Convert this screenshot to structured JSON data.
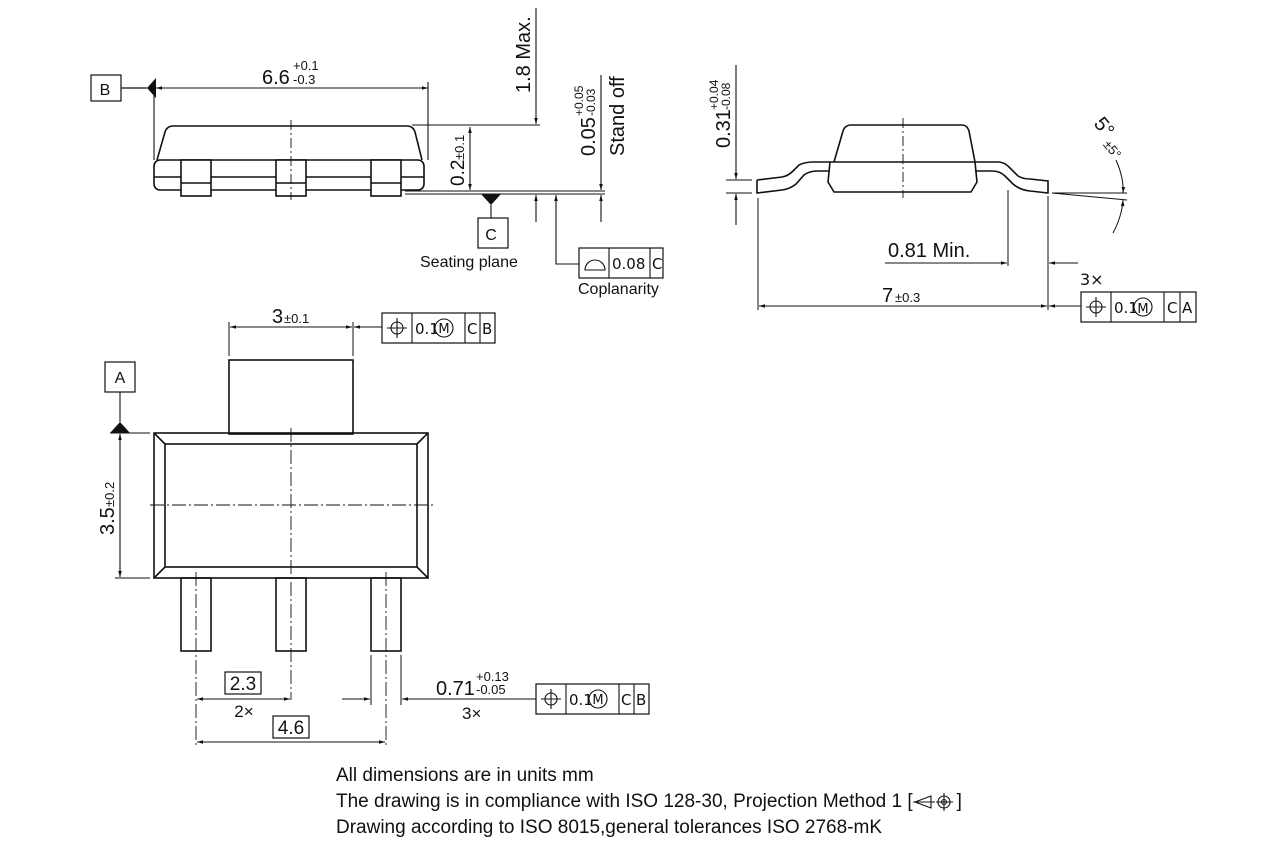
{
  "drawing": {
    "type": "package outline drawing (SOT-223 style)",
    "units": "mm",
    "side_view": {
      "datum_b": "B",
      "length": {
        "nominal": "6.6",
        "upper": "+0.1",
        "lower": "-0.3"
      },
      "standoff_body": {
        "label": "0.2",
        "tol": "±0.1"
      },
      "height_max": "1.8 Max.",
      "stand_off": {
        "nominal": "0.05",
        "upper": "+0.05",
        "lower": "-0.03",
        "label": "Stand off"
      },
      "datum_c": "C",
      "seating_plane": "Seating plane",
      "coplanarity": {
        "symbol": "flatness-profile",
        "value": "0.08",
        "datum": "C",
        "label": "Coplanarity"
      }
    },
    "end_view": {
      "lead_thickness": {
        "nominal": "0.31",
        "upper": "+0.04",
        "lower": "-0.08"
      },
      "angle": {
        "nominal": "5°",
        "tol": "±5°"
      },
      "lead_length_min": "0.81 Min.",
      "total_width": {
        "nominal": "7",
        "tol": "±0.3"
      },
      "multiplier": "3×",
      "fcf": {
        "symbol": "position",
        "value": "0.1",
        "modifier": "M",
        "datums": [
          "C",
          "A"
        ]
      }
    },
    "top_view": {
      "tab_width": {
        "nominal": "3",
        "tol": "±0.1"
      },
      "tab_fcf": {
        "symbol": "position",
        "value": "0.1",
        "modifier": "M",
        "datums": [
          "C",
          "B"
        ]
      },
      "datum_a": "A",
      "body_height": {
        "nominal": "3.5",
        "tol": "±0.2"
      },
      "pitch": {
        "value": "2.3",
        "multiplier": "2×"
      },
      "span": {
        "value": "4.6"
      },
      "lead_width": {
        "nominal": "0.71",
        "upper": "+0.13",
        "lower": "-0.05",
        "multiplier": "3×"
      },
      "lead_fcf": {
        "symbol": "position",
        "value": "0.1",
        "modifier": "M",
        "datums": [
          "C",
          "B"
        ]
      }
    },
    "notes": [
      "All dimensions are in units mm",
      "The drawing is in compliance with ISO 128-30, Projection Method 1 [",
      "Drawing according to ISO 8015,general tolerances ISO 2768-mK"
    ],
    "notes_suffix": "]"
  }
}
